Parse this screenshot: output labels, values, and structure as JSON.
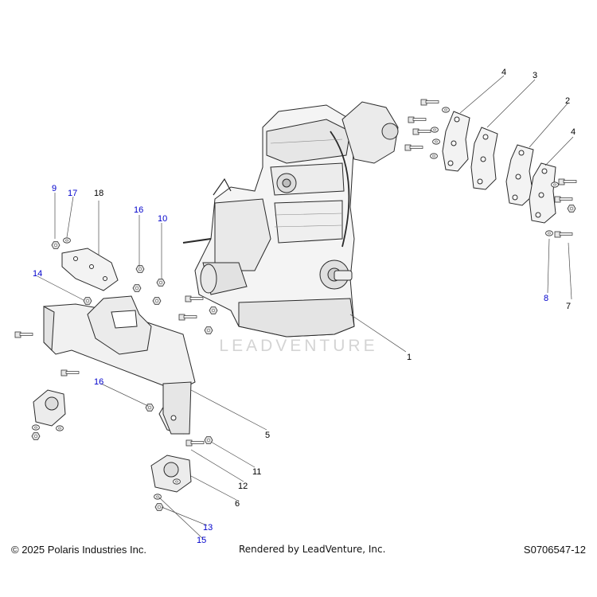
{
  "watermark": "LEADVENTURE",
  "callouts": [
    {
      "id": "1",
      "color": "#000000"
    },
    {
      "id": "2",
      "color": "#000000"
    },
    {
      "id": "3",
      "color": "#000000"
    },
    {
      "id": "4",
      "color": "#000000"
    },
    {
      "id": "4",
      "color": "#000000"
    },
    {
      "id": "5",
      "color": "#000000"
    },
    {
      "id": "6",
      "color": "#000000"
    },
    {
      "id": "7",
      "color": "#000000"
    },
    {
      "id": "8",
      "color": "#0000cc"
    },
    {
      "id": "9",
      "color": "#0000cc"
    },
    {
      "id": "10",
      "color": "#0000cc"
    },
    {
      "id": "11",
      "color": "#000000"
    },
    {
      "id": "12",
      "color": "#000000"
    },
    {
      "id": "13",
      "color": "#0000cc"
    },
    {
      "id": "14",
      "color": "#0000cc"
    },
    {
      "id": "15",
      "color": "#0000cc"
    },
    {
      "id": "16",
      "color": "#0000cc"
    },
    {
      "id": "16",
      "color": "#0000cc"
    },
    {
      "id": "17",
      "color": "#0000cc"
    },
    {
      "id": "18",
      "color": "#000000"
    }
  ],
  "footer": {
    "copyright": "© 2025 Polaris Industries Inc.",
    "rendered_by": "Rendered by LeadVenture, Inc.",
    "doc_number": "S0706547-12"
  }
}
